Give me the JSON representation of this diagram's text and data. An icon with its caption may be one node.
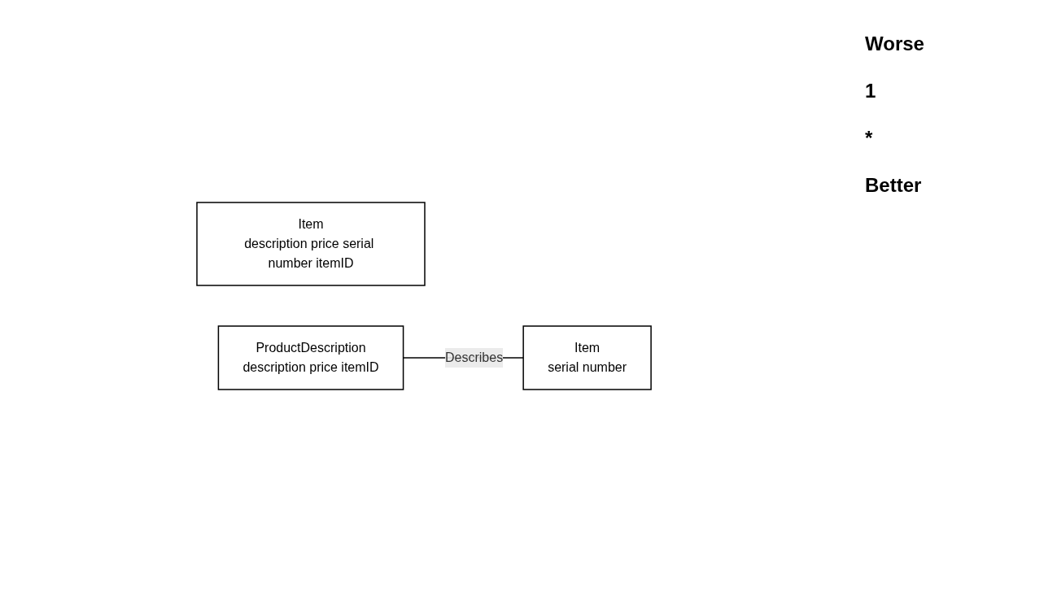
{
  "diagram": {
    "nodes": [
      {
        "text": [
          "Item",
          "description price serial number itemID"
        ]
      },
      {
        "text": [
          "ProductDescription",
          "description price itemID"
        ]
      },
      {
        "text": [
          "Item",
          "serial number"
        ]
      }
    ],
    "edges": [
      {
        "from": 1,
        "to": 2,
        "arrow": "none",
        "label": "Describes"
      }
    ],
    "labels": [
      "Worse",
      "1",
      "*",
      "Better"
    ]
  }
}
